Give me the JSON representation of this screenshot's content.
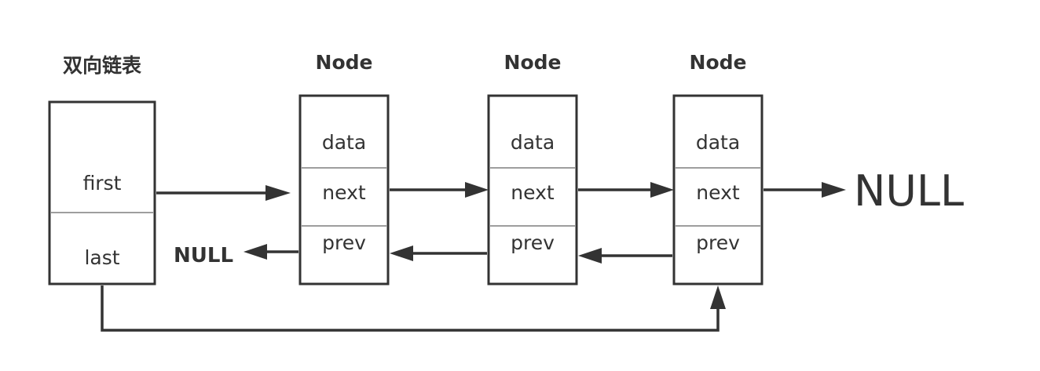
{
  "list": {
    "title": "双向链表",
    "fields": {
      "first": "first",
      "last": "last"
    }
  },
  "nodes": [
    {
      "title": "Node",
      "fields": {
        "data": "data",
        "next": "next",
        "prev": "prev"
      }
    },
    {
      "title": "Node",
      "fields": {
        "data": "data",
        "next": "next",
        "prev": "prev"
      }
    },
    {
      "title": "Node",
      "fields": {
        "data": "data",
        "next": "next",
        "prev": "prev"
      }
    }
  ],
  "null_next": "NULL",
  "null_prev": "NULL",
  "colors": {
    "stroke": "#333333",
    "divider": "#9e9e9e",
    "background": "#ffffff"
  }
}
